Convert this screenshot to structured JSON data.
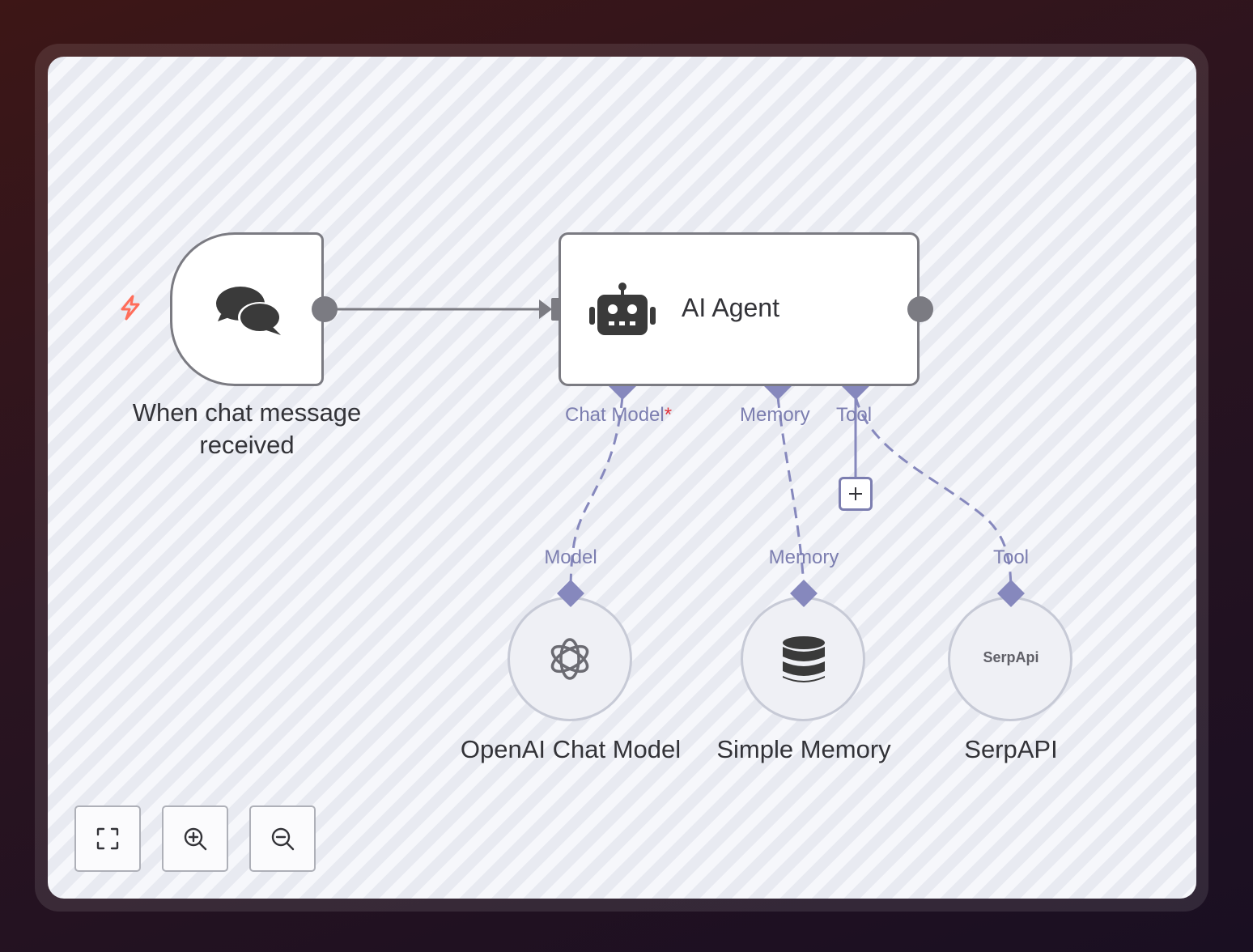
{
  "workflow": {
    "trigger_node": {
      "label": "When chat message received",
      "label_line1": "When chat message",
      "label_line2": "received",
      "icon": "chat-bubbles-icon",
      "trigger_icon": "lightning-bolt-icon"
    },
    "agent_node": {
      "title": "AI Agent",
      "icon": "robot-icon",
      "ports": {
        "chat_model": "Chat Model",
        "chat_model_required": "*",
        "memory": "Memory",
        "tool": "Tool"
      }
    },
    "sub_nodes": [
      {
        "label": "OpenAI Chat Model",
        "port_label": "Model",
        "icon": "openai-icon"
      },
      {
        "label": "Simple Memory",
        "port_label": "Memory",
        "icon": "database-icon"
      },
      {
        "label": "SerpAPI",
        "port_label": "Tool",
        "icon": "serpapi-logo",
        "logo_text": "SerpApi"
      }
    ]
  },
  "canvas_controls": {
    "fit_view": "fit-view-icon",
    "zoom_in": "zoom-in-icon",
    "zoom_out": "zoom-out-icon"
  },
  "colors": {
    "main_connection": "#7b7b82",
    "ai_connection": "#8688bd",
    "port_label": "#7c7eb0",
    "required": "#e0323a",
    "trigger_bolt": "#ff6d5a"
  }
}
